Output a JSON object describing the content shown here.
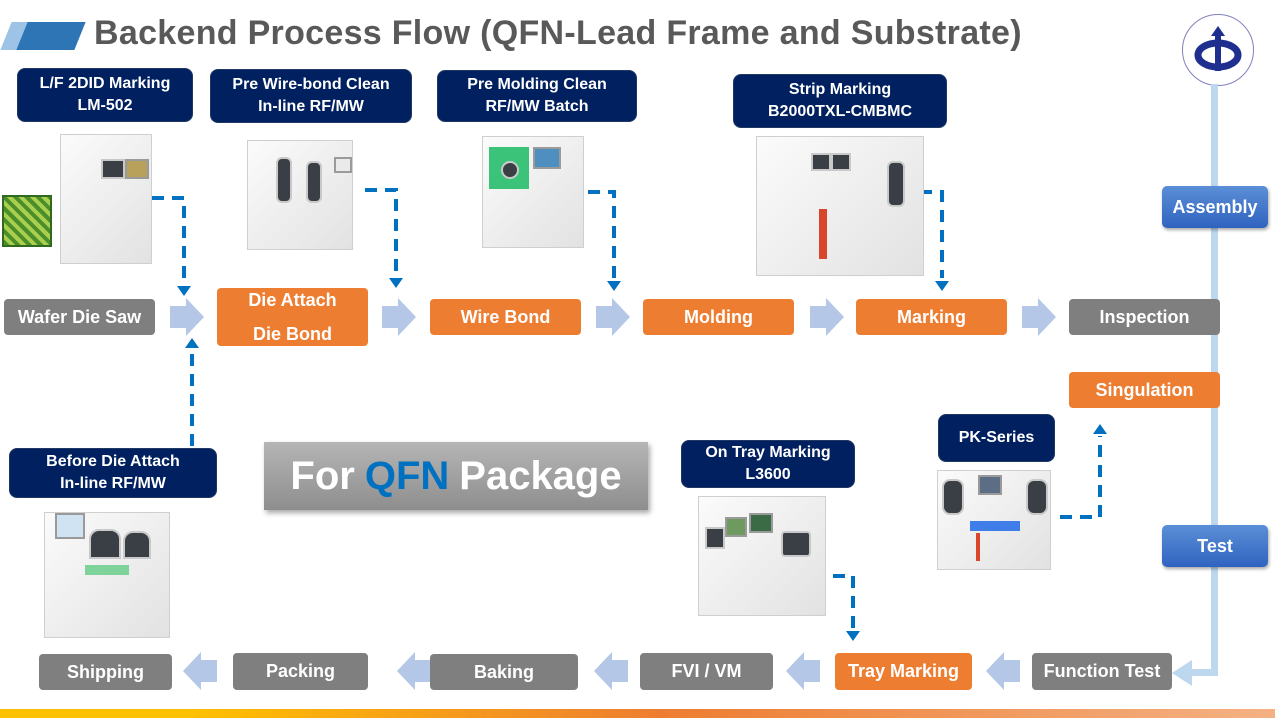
{
  "header": {
    "title": "Backend Process Flow (QFN-Lead Frame and Substrate)",
    "logo_icon": "company-logo-icon"
  },
  "phases": {
    "assembly": "Assembly",
    "test": "Test"
  },
  "top_flow": [
    {
      "id": "wafer-die-saw",
      "label": "Wafer Die Saw",
      "color": "gray"
    },
    {
      "id": "die-attach",
      "label_line1": "Die Attach",
      "label_line2": "Die Bond",
      "color": "orange"
    },
    {
      "id": "wire-bond",
      "label": "Wire Bond",
      "color": "orange"
    },
    {
      "id": "molding",
      "label": "Molding",
      "color": "orange"
    },
    {
      "id": "marking",
      "label": "Marking",
      "color": "orange"
    },
    {
      "id": "inspection",
      "label": "Inspection",
      "color": "gray"
    }
  ],
  "singulation": {
    "label": "Singulation",
    "color": "orange"
  },
  "bottom_flow": [
    {
      "id": "function-test",
      "label": "Function Test",
      "color": "gray"
    },
    {
      "id": "tray-marking",
      "label": "Tray Marking",
      "color": "orange"
    },
    {
      "id": "fvi-vm",
      "label": "FVI / VM",
      "color": "gray"
    },
    {
      "id": "baking",
      "label": "Baking",
      "color": "gray"
    },
    {
      "id": "packing",
      "label": "Packing",
      "color": "gray"
    },
    {
      "id": "shipping",
      "label": "Shipping",
      "color": "gray"
    }
  ],
  "equipment": [
    {
      "id": "lf-2did",
      "line1": "L/F 2DID Marking",
      "line2": "LM-502"
    },
    {
      "id": "pre-wirebond",
      "line1": "Pre Wire-bond Clean",
      "line2": "In-line RF/MW"
    },
    {
      "id": "pre-molding",
      "line1": "Pre Molding Clean",
      "line2": "RF/MW Batch"
    },
    {
      "id": "strip-marking",
      "line1": "Strip Marking",
      "line2": "B2000TXL-CMBMC"
    },
    {
      "id": "before-die-attach",
      "line1": "Before Die Attach",
      "line2": "In-line RF/MW"
    },
    {
      "id": "on-tray-marking",
      "line1": "On Tray Marking",
      "line2": "L3600"
    },
    {
      "id": "pk-series",
      "line1": "PK-Series"
    }
  ],
  "banner": {
    "prefix": "For",
    "highlight": "QFN",
    "suffix": "Package"
  },
  "colors": {
    "orange": "#ed7d31",
    "gray": "#7f7f7f",
    "navy": "#002060",
    "phase_blue": "#4472c4",
    "arrow_light": "#b4c7e7",
    "dash_blue": "#0070c0"
  }
}
